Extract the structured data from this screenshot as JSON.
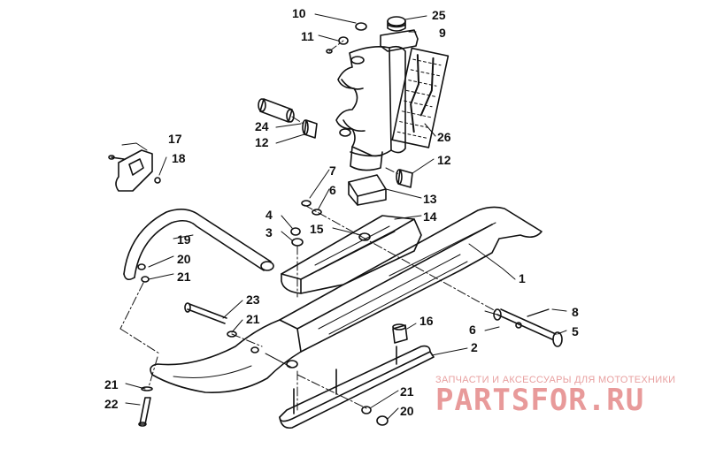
{
  "diagram": {
    "callouts": [
      {
        "id": "c1",
        "text": "1"
      },
      {
        "id": "c2",
        "text": "2"
      },
      {
        "id": "c3",
        "text": "3"
      },
      {
        "id": "c4",
        "text": "4"
      },
      {
        "id": "c5",
        "text": "5"
      },
      {
        "id": "c6a",
        "text": "6"
      },
      {
        "id": "c6b",
        "text": "6"
      },
      {
        "id": "c7",
        "text": "7"
      },
      {
        "id": "c8",
        "text": "8"
      },
      {
        "id": "c9",
        "text": "9"
      },
      {
        "id": "c10",
        "text": "10"
      },
      {
        "id": "c11",
        "text": "11"
      },
      {
        "id": "c12a",
        "text": "12"
      },
      {
        "id": "c12b",
        "text": "12"
      },
      {
        "id": "c13",
        "text": "13"
      },
      {
        "id": "c14",
        "text": "14"
      },
      {
        "id": "c15",
        "text": "15"
      },
      {
        "id": "c16",
        "text": "16"
      },
      {
        "id": "c17",
        "text": "17"
      },
      {
        "id": "c18",
        "text": "18"
      },
      {
        "id": "c19",
        "text": "19"
      },
      {
        "id": "c20a",
        "text": "20"
      },
      {
        "id": "c20b",
        "text": "20"
      },
      {
        "id": "c21a",
        "text": "21"
      },
      {
        "id": "c21b",
        "text": "21"
      },
      {
        "id": "c21c",
        "text": "21"
      },
      {
        "id": "c21d",
        "text": "21"
      },
      {
        "id": "c22",
        "text": "22"
      },
      {
        "id": "c23",
        "text": "23"
      },
      {
        "id": "c24",
        "text": "24"
      },
      {
        "id": "c25",
        "text": "25"
      },
      {
        "id": "c26",
        "text": "26"
      }
    ]
  },
  "watermark": {
    "tagline": "ЗАПЧАСТИ И АКСЕССУАРЫ ДЛЯ МОТОТЕХНИКИ",
    "logo_text": "PARTSFOR.RU",
    "logo_color": "#e89a9a",
    "tagline_color": "#e8a0a0"
  }
}
